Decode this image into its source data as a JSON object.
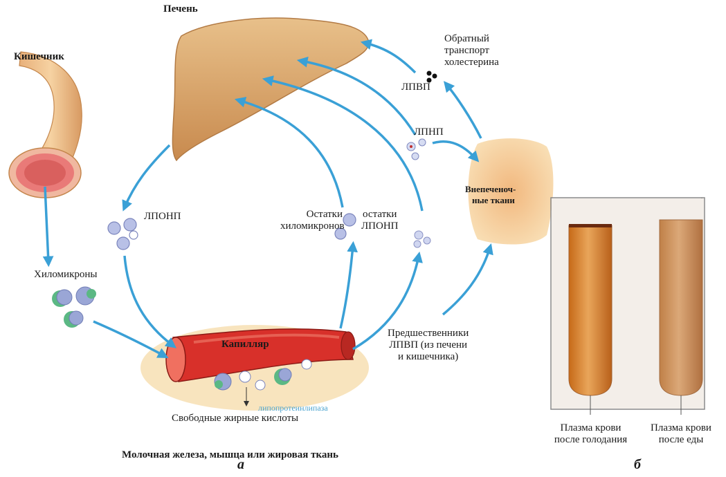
{
  "labels": {
    "liver": "Печень",
    "intestine": "Кишечник",
    "chylomicrons": "Хиломикроны",
    "vldl": "ЛПОНП",
    "chylo_remnants_line1": "Остатки",
    "chylo_remnants_line2": "хиломикронов",
    "vldl_remnants_line1": "остатки",
    "vldl_remnants_line2": "ЛПОНП",
    "ldl": "ЛПНП",
    "hdl": "ЛПВП",
    "reverse_line1": "Обратный",
    "reverse_line2": "транспорт",
    "reverse_line3": "холестерина",
    "extrahepatic_line1": "Внепеченоч-",
    "extrahepatic_line2": "ные ткани",
    "capillary": "Капилляр",
    "lipase": "липопротеинлипаза",
    "ffa": "Свободные жирные кислоты",
    "hdl_precursors_line1": "Предшественники",
    "hdl_precursors_line2": "ЛПВП (из печени",
    "hdl_precursors_line3": "и кишечника)",
    "tissue": "Молочная железа, мышца или жировая ткань",
    "panel_a": "а",
    "panel_b": "б",
    "tube1_line1": "Плазма крови",
    "tube1_line2": "после голодания",
    "tube2_line1": "Плазма крови",
    "tube2_line2": "после еды"
  },
  "colors": {
    "arrow": "#3aa0d6",
    "liver": "#d9a46a",
    "capillary": "#d8302a",
    "tissue": "#f4cf94",
    "particle_blue": "#9aa6d6",
    "particle_green": "#5bb884",
    "plasma_fasting": "#cf7a2a",
    "plasma_fed": "#c98a52"
  }
}
